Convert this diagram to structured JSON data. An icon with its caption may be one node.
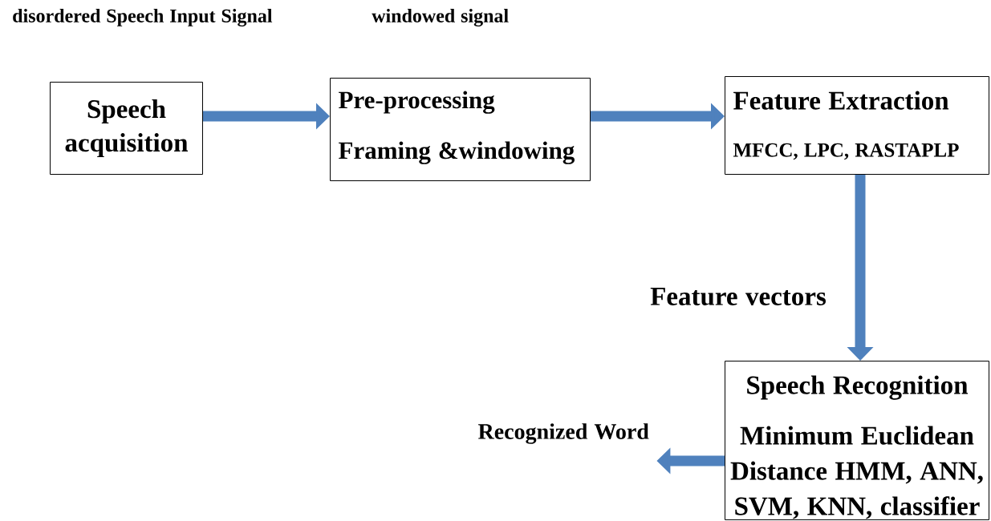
{
  "diagram": {
    "nodes": [
      {
        "text": [
          "Speech acquisition"
        ]
      },
      {
        "text": [
          "Pre-processing",
          "Framing &windowing"
        ]
      },
      {
        "text": [
          "Feature Extraction",
          "MFCC, LPC, RASTAPLP"
        ]
      },
      {
        "text": [
          "Speech Recognition",
          "Minimum Euclidean Distance HMM, ANN, SVM, KNN, classifier"
        ]
      },
      {
        "text": [
          "Recognized Word"
        ]
      }
    ],
    "edges": [
      {
        "from": 0,
        "to": 1,
        "arrow": "to"
      },
      {
        "from": 1,
        "to": 2,
        "arrow": "to"
      },
      {
        "from": 2,
        "to": 3,
        "arrow": "to",
        "label": "Feature vectors"
      },
      {
        "from": 3,
        "to": 4,
        "arrow": "to"
      }
    ],
    "labels": [
      "disordered Speech Input Signal",
      "windowed signal"
    ]
  }
}
